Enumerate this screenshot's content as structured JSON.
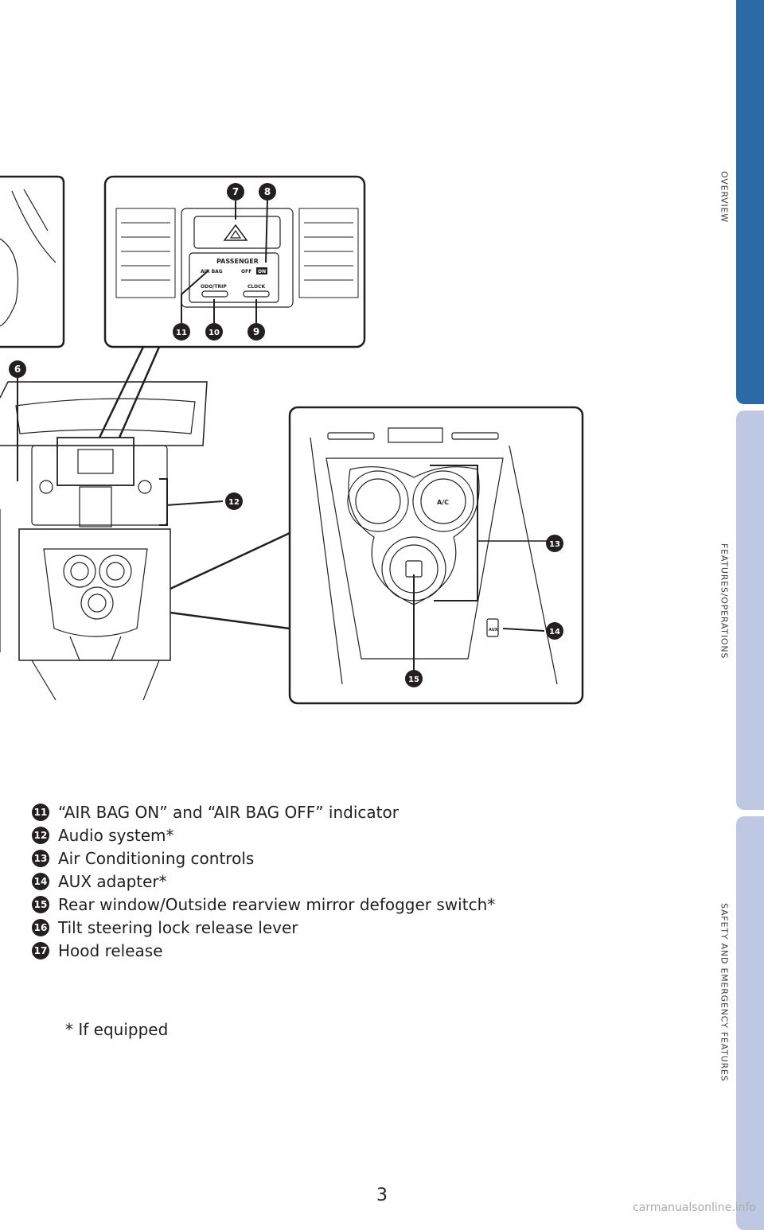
{
  "side_tabs": [
    {
      "label": "OVERVIEW",
      "active": true,
      "color": "#2b6aa6"
    },
    {
      "label": "FEATURES/OPERATIONS",
      "active": false,
      "color": "#bfc8e2"
    },
    {
      "label": "SAFETY AND EMERGENCY FEATURES",
      "active": false,
      "color": "#bfc8e2"
    }
  ],
  "diagram": {
    "callouts": [
      "6",
      "7",
      "8",
      "9",
      "10",
      "11",
      "12",
      "13",
      "14",
      "15"
    ],
    "panel_text": {
      "passenger": "PASSENGER",
      "air_bag": "AIR BAG",
      "off": "OFF",
      "on": "ON",
      "odo_trip": "ODO/TRIP",
      "clock": "CLOCK",
      "ac": "A/C",
      "aux": "AUX"
    }
  },
  "legend": [
    {
      "num": "11",
      "text": "“AIR BAG ON” and “AIR BAG OFF” indicator"
    },
    {
      "num": "12",
      "text": "Audio system*"
    },
    {
      "num": "13",
      "text": "Air Conditioning controls"
    },
    {
      "num": "14",
      "text": "AUX adapter*"
    },
    {
      "num": "15",
      "text": "Rear window/Outside rearview mirror defogger switch*"
    },
    {
      "num": "16",
      "text": "Tilt steering lock release lever"
    },
    {
      "num": "17",
      "text": "Hood release"
    }
  ],
  "footnote": "* If equipped",
  "page_number": "3",
  "watermark": "carmanualsonline.info"
}
